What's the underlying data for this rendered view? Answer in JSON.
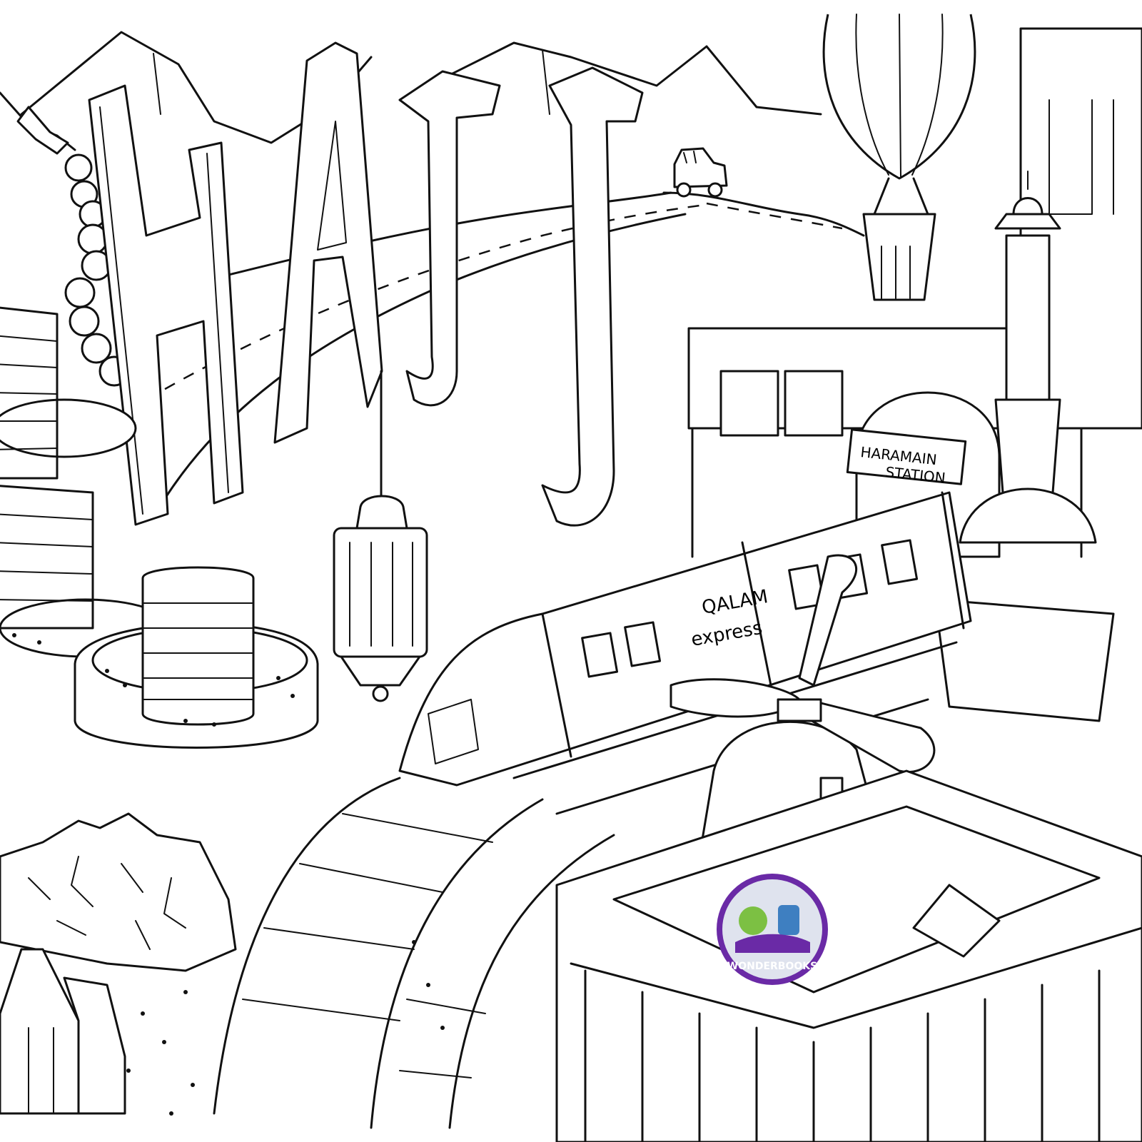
{
  "title": "HAJJ",
  "title_letters": [
    "H",
    "A",
    "J",
    "J"
  ],
  "train_label_line1": "QALAM",
  "train_label_line2": "express",
  "station_sign_line1": "HARAMAIN",
  "station_sign_line2": "STATION",
  "logo_text": "WONDERBOOKS",
  "colors": {
    "line": "#111111",
    "paper": "#ffffff",
    "logo_ring": "#6a2aa6",
    "logo_fill": "#dfe3ee"
  }
}
